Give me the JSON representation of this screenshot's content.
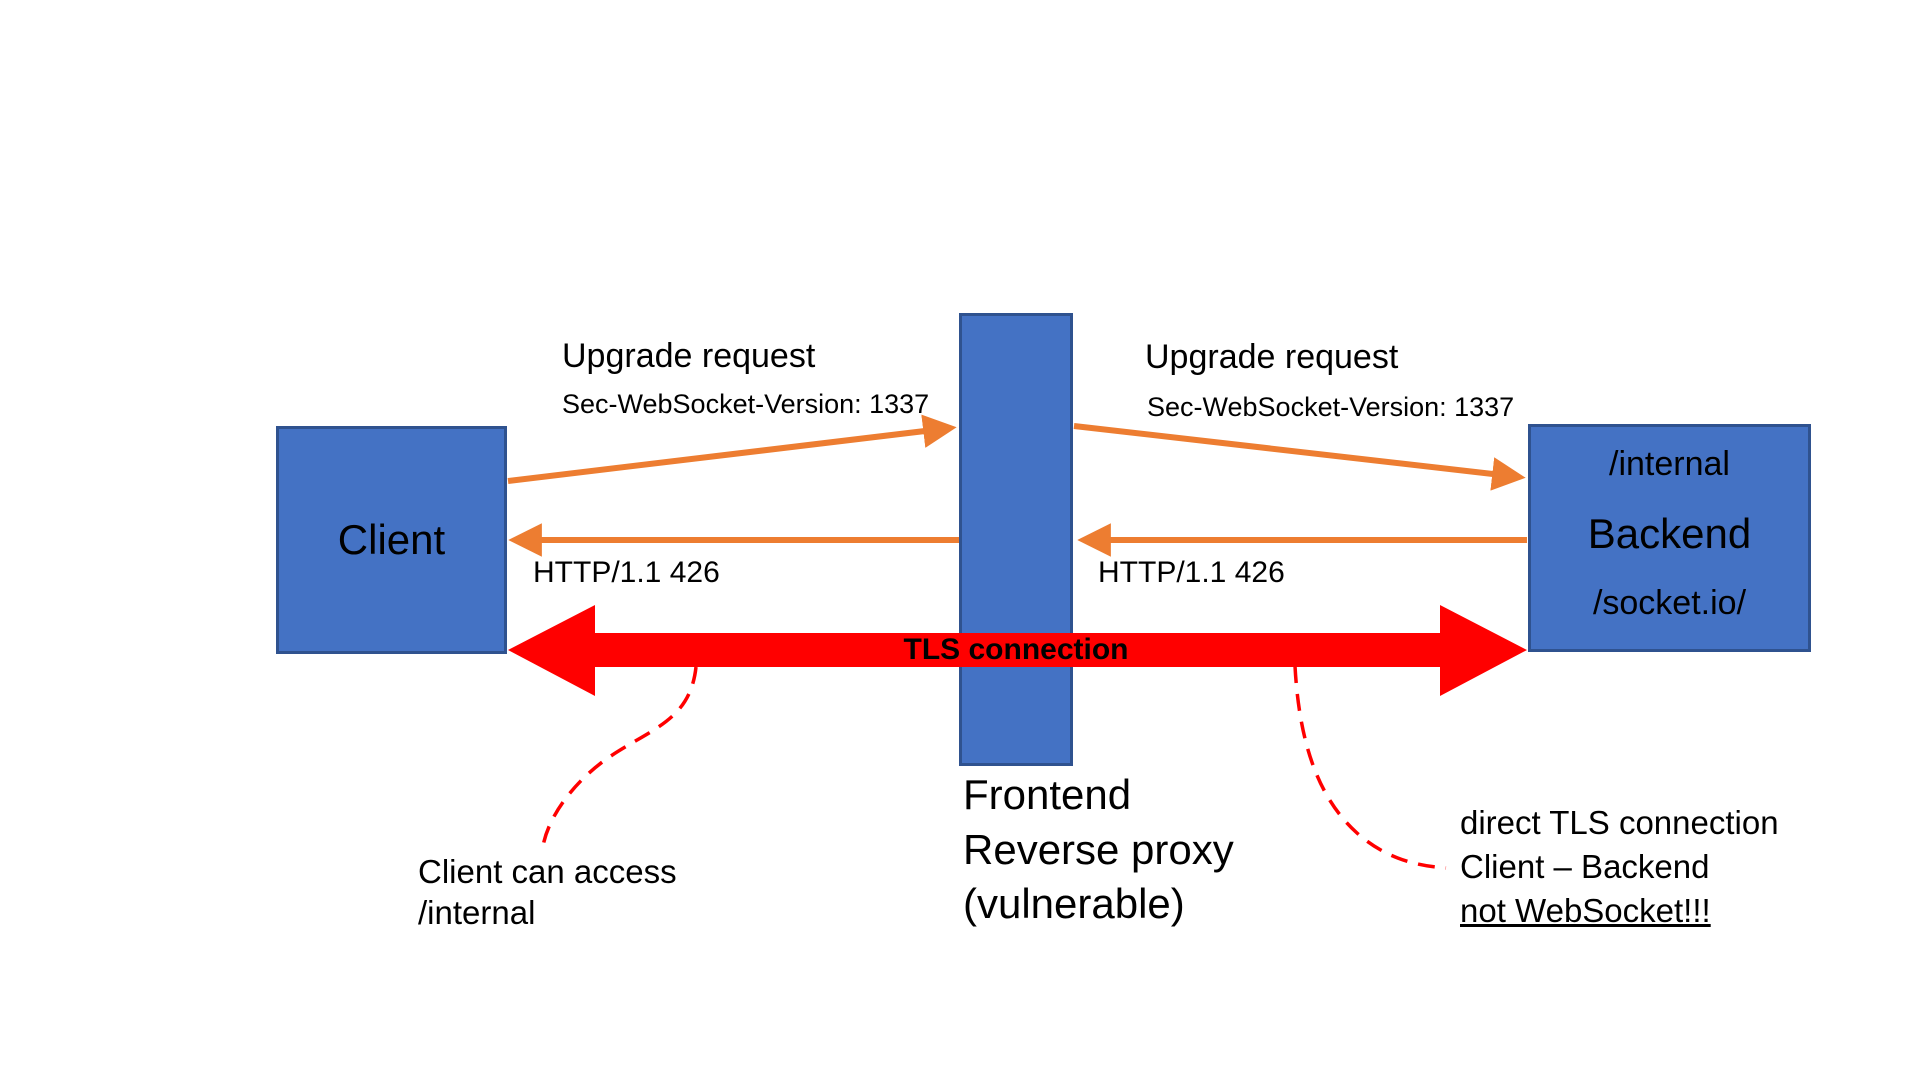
{
  "colors": {
    "node_fill": "#4472C4",
    "node_border": "#2F528F",
    "arrow_orange": "#ED7D31",
    "arrow_red": "#FF0000",
    "text": "#000000"
  },
  "nodes": {
    "client": {
      "label": "Client"
    },
    "proxy": {
      "line1": "Frontend",
      "line2": "Reverse proxy",
      "line3": "(vulnerable)"
    },
    "backend": {
      "path_top": "/internal",
      "label": "Backend",
      "path_bottom": "/socket.io/"
    }
  },
  "flows": {
    "client_to_proxy": {
      "title": "Upgrade request",
      "header": "Sec-WebSocket-Version: 1337"
    },
    "proxy_to_backend": {
      "title": "Upgrade request",
      "header": "Sec-WebSocket-Version: 1337"
    },
    "proxy_to_client_response": "HTTP/1.1 426",
    "backend_to_proxy_response": "HTTP/1.1 426"
  },
  "tls_label": "TLS connection",
  "annotations": {
    "left": {
      "line1": "Client can access",
      "line2": "/internal"
    },
    "right": {
      "line1": "direct TLS connection",
      "line2": "Client – Backend",
      "line3": "not WebSocket!!!"
    }
  }
}
